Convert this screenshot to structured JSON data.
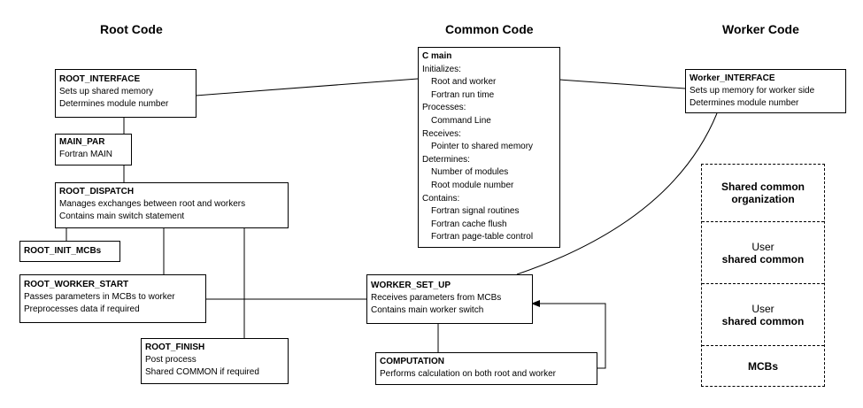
{
  "headings": {
    "root": "Root Code",
    "common": "Common Code",
    "worker": "Worker Code"
  },
  "root_interface": {
    "title": "ROOT_INTERFACE",
    "lines": [
      "Sets up shared memory",
      "Determines module number"
    ]
  },
  "main_par": {
    "title": "MAIN_PAR",
    "lines": [
      "Fortran MAIN"
    ]
  },
  "root_dispatch": {
    "title": "ROOT_DISPATCH",
    "lines": [
      "Manages exchanges between root and workers",
      "Contains main switch statement"
    ]
  },
  "root_init_mcbs": {
    "title": "ROOT_INIT_MCBs"
  },
  "root_worker_start": {
    "title": "ROOT_WORKER_START",
    "lines": [
      "Passes parameters in MCBs to worker",
      "Preprocesses data if required"
    ]
  },
  "root_finish": {
    "title": "ROOT_FINISH",
    "lines": [
      "Post process",
      "Shared COMMON if required"
    ]
  },
  "c_main": {
    "title": "C main",
    "lines": [
      {
        "text": "Initializes:",
        "indent": false
      },
      {
        "text": "Root and worker",
        "indent": true
      },
      {
        "text": "Fortran run time",
        "indent": true
      },
      {
        "text": "Processes:",
        "indent": false
      },
      {
        "text": "Command Line",
        "indent": true
      },
      {
        "text": "Receives:",
        "indent": false
      },
      {
        "text": "Pointer to shared memory",
        "indent": true
      },
      {
        "text": "Determines:",
        "indent": false
      },
      {
        "text": "Number of modules",
        "indent": true
      },
      {
        "text": "Root module number",
        "indent": true
      },
      {
        "text": "Contains:",
        "indent": false
      },
      {
        "text": "Fortran signal routines",
        "indent": true
      },
      {
        "text": "Fortran cache flush",
        "indent": true
      },
      {
        "text": "Fortran page-table control",
        "indent": true
      }
    ]
  },
  "worker_interface": {
    "title": "Worker_INTERFACE",
    "lines": [
      "Sets up memory for worker side",
      "Determines module number"
    ]
  },
  "worker_set_up": {
    "title": "WORKER_SET_UP",
    "lines": [
      "Receives parameters from MCBs",
      "Contains main worker switch"
    ]
  },
  "computation": {
    "title": "COMPUTATION",
    "lines": [
      "Performs calculation on both root and worker"
    ]
  },
  "shared_common": {
    "header": [
      "Shared common",
      "organization"
    ],
    "cells": [
      {
        "line1": "User",
        "line2": "shared common"
      },
      {
        "line1": "User",
        "line2": "shared common"
      },
      {
        "line1": "MCBs",
        "line2": ""
      }
    ]
  }
}
